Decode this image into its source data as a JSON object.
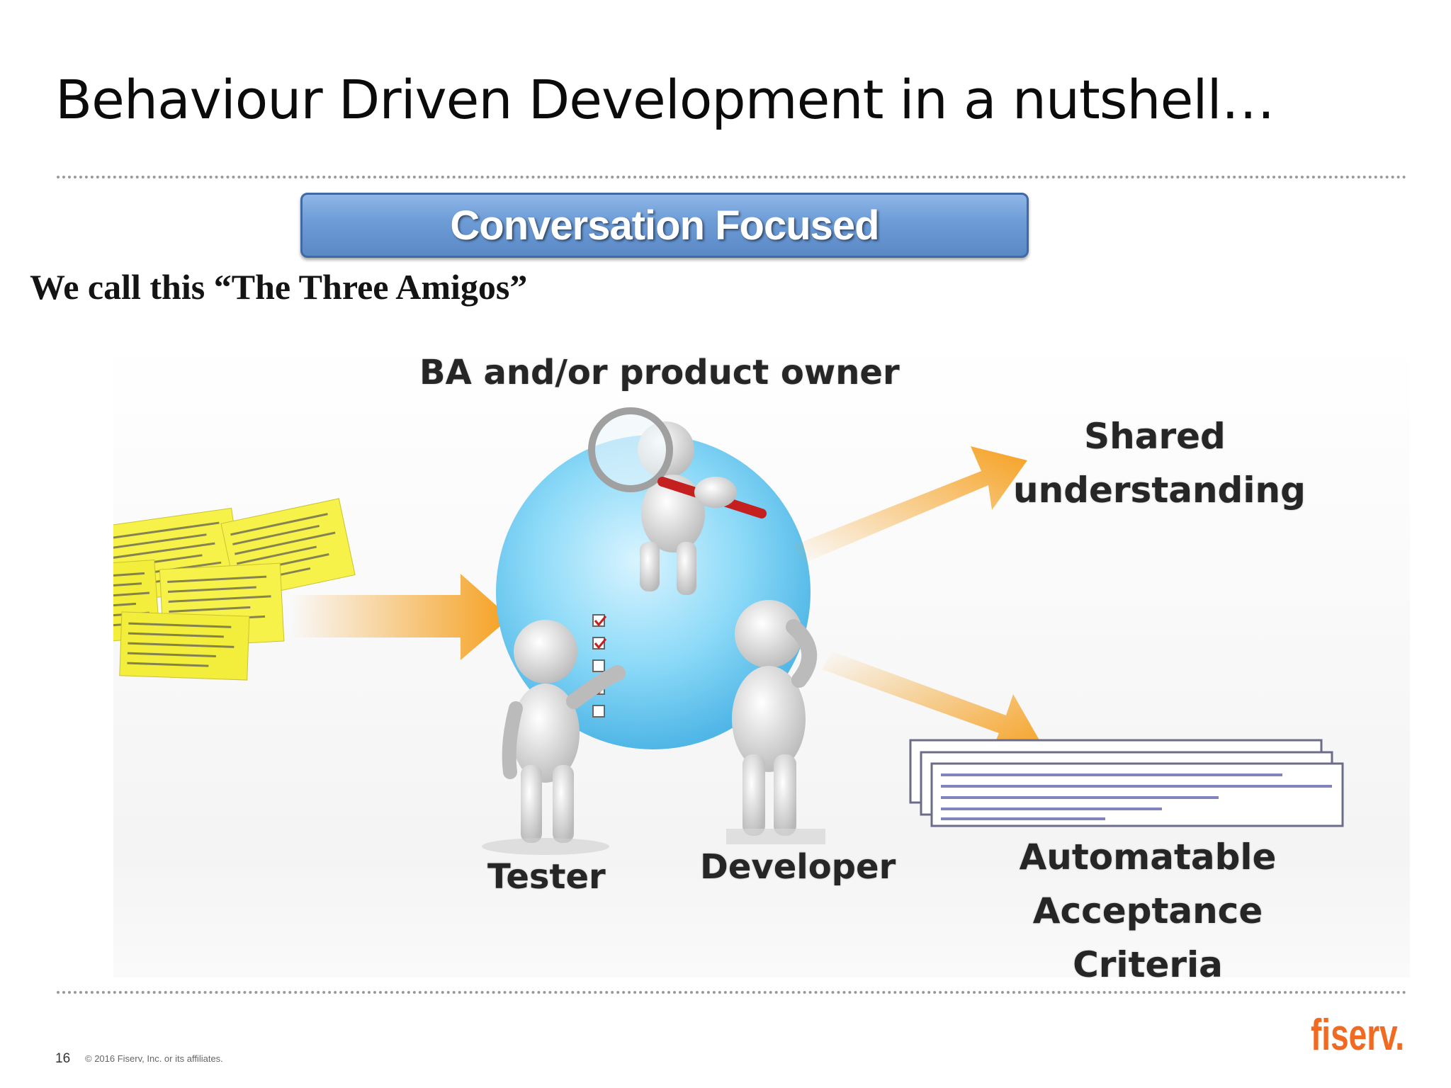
{
  "slide": {
    "title": "Behaviour Driven Development in a nutshell…",
    "focus_label": "Conversation Focused",
    "subtitle": "We call this “The Three Amigos”"
  },
  "diagram": {
    "role_ba": "BA and/or product owner",
    "outcome_shared": [
      "Shared",
      "understanding"
    ],
    "role_tester": "Tester",
    "role_developer": "Developer",
    "outcome_acceptance": [
      "Automatable",
      "Acceptance",
      "Criteria"
    ],
    "colors": {
      "sphere": "#5fc4f0",
      "arrow": "#f5a020",
      "sticky_note": "#f7f24a"
    }
  },
  "footer": {
    "page_number": "16",
    "copyright": "© 2016 Fiserv, Inc. or its affiliates.",
    "logo_text": "fiserv.",
    "logo_color": "#f26a21"
  }
}
